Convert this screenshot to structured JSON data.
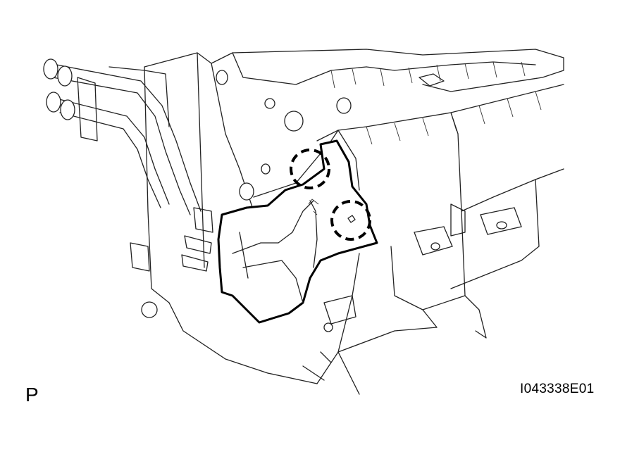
{
  "figure": {
    "view_label": "P",
    "figure_id": "I043338E01"
  },
  "callouts": {
    "count": 2,
    "style": "dashed-circle"
  },
  "colors": {
    "line": "#222222",
    "background": "#ffffff"
  }
}
